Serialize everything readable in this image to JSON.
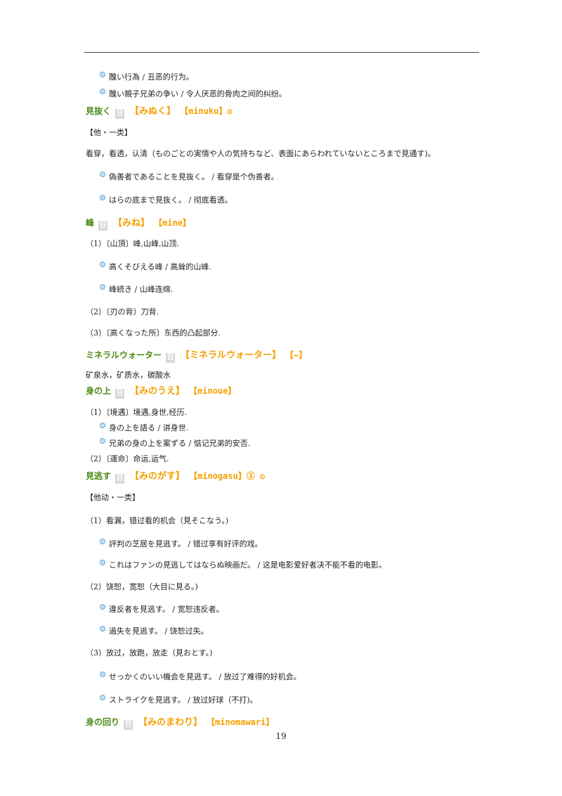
{
  "page_number": "19",
  "lines": [
    {
      "kind": "ex",
      "text": "醜い行為 / 丑恶的行为。"
    },
    {
      "kind": "ex",
      "text": "醜い親子兄弟の争い / 令人厌恶的骨肉之间的纠纷。"
    },
    {
      "kind": "hw",
      "word": "見抜く",
      "tag": "日",
      "kana": "【みぬく】",
      "romaji": "【minuku】◎"
    },
    {
      "kind": "text",
      "text": "【他・一类】"
    },
    {
      "kind": "text",
      "text": "看穿，看透，认清（ものごとの実情や人の気持ちなど、表面にあらわれていないところまで見通す)。"
    },
    {
      "kind": "ex",
      "text": "偽善者であることを見抜く。 / 看穿是个伪善者。"
    },
    {
      "kind": "ex",
      "text": "はらの底まで見抜く。 / 彻底看透。"
    },
    {
      "kind": "hw",
      "word": "峰",
      "tag": "日",
      "kana": "【みね】",
      "romaji": "【mine】"
    },
    {
      "kind": "text",
      "text": "（1）〔山頂〕峰,山峰,山顶."
    },
    {
      "kind": "ex",
      "text": "高くそびえる峰 / 高耸的山峰."
    },
    {
      "kind": "ex",
      "text": "峰続き / 山峰连绵."
    },
    {
      "kind": "text",
      "text": "（2）〔刃の背〕刀背."
    },
    {
      "kind": "text",
      "text": "（3）〔高くなった所〕东西的凸起部分."
    },
    {
      "kind": "hw",
      "word": "ミネラルウォーター",
      "tag": "日",
      "kana": "【ミネラルウォーター】",
      "romaji": "【—】"
    },
    {
      "kind": "text",
      "text": "矿泉水，矿质水，碳酸水"
    },
    {
      "kind": "hw",
      "word": "身の上",
      "tag": "日",
      "kana": "【みのうえ】",
      "romaji": "【minoue】"
    },
    {
      "kind": "text",
      "text": "（1）〔境遇〕境遇,身世,经历."
    },
    {
      "kind": "ex",
      "text": "身の上を語る / 讲身世."
    },
    {
      "kind": "ex",
      "text": "兄弟の身の上を案ずる / 惦记兄弟的安否."
    },
    {
      "kind": "text",
      "text": "（2）〔運命〕命运,运气."
    },
    {
      "kind": "hw",
      "word": "見逃す",
      "tag": "日",
      "kana": "【みのがす】",
      "romaji": "【minogasu】③ ◎"
    },
    {
      "kind": "text",
      "text": "【他动・一类】"
    },
    {
      "kind": "text",
      "text": "（1）看漏，错过看的机会（見そこなう。)"
    },
    {
      "kind": "ex",
      "text": "評判の芝居を見逃す。 / 错过享有好评的戏。"
    },
    {
      "kind": "ex",
      "text": "これはファンの見逃してはならぬ映画だ。 / 这是电影爱好者决不能不看的电影。"
    },
    {
      "kind": "text",
      "text": "（2）饶恕，宽恕（大目に見る。)"
    },
    {
      "kind": "ex",
      "text": "違反者を見逃す。 / 宽恕违反者。"
    },
    {
      "kind": "ex",
      "text": "過失を見逃す。 / 饶恕过失。"
    },
    {
      "kind": "text",
      "text": "（3）放过，放跑，放走（見おとす。)"
    },
    {
      "kind": "ex",
      "text": "せっかくのいい機会を見逃す。 / 放过了难得的好机会。"
    },
    {
      "kind": "ex",
      "text": "ストライクを見逃す。 / 放过好球（不打)。"
    },
    {
      "kind": "hw",
      "word": "身の回り",
      "tag": "日",
      "kana": "【みのまわり】",
      "romaji": "【minomawari】"
    }
  ]
}
